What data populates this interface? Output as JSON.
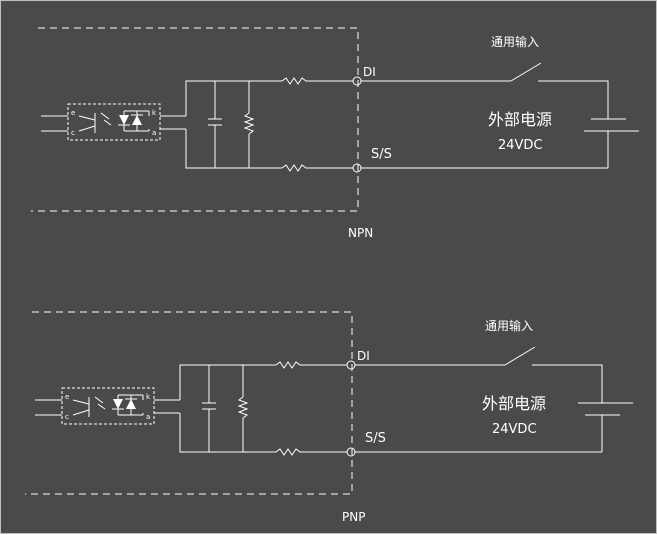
{
  "diagrams": [
    {
      "variant_label": "NPN",
      "switch_label": "通用输入",
      "supply_label": "外部电源",
      "voltage_label": "24VDC",
      "terminal_di": "DI",
      "terminal_ss": "S/S",
      "opto_pins": [
        "e",
        "c",
        "k",
        "a"
      ]
    },
    {
      "variant_label": "PNP",
      "switch_label": "通用输入",
      "supply_label": "外部电源",
      "voltage_label": "24VDC",
      "terminal_di": "DI",
      "terminal_ss": "S/S",
      "opto_pins": [
        "e",
        "c",
        "k",
        "a"
      ]
    }
  ],
  "colors": {
    "background": "#4a4a4d",
    "line": "#ffffff"
  }
}
